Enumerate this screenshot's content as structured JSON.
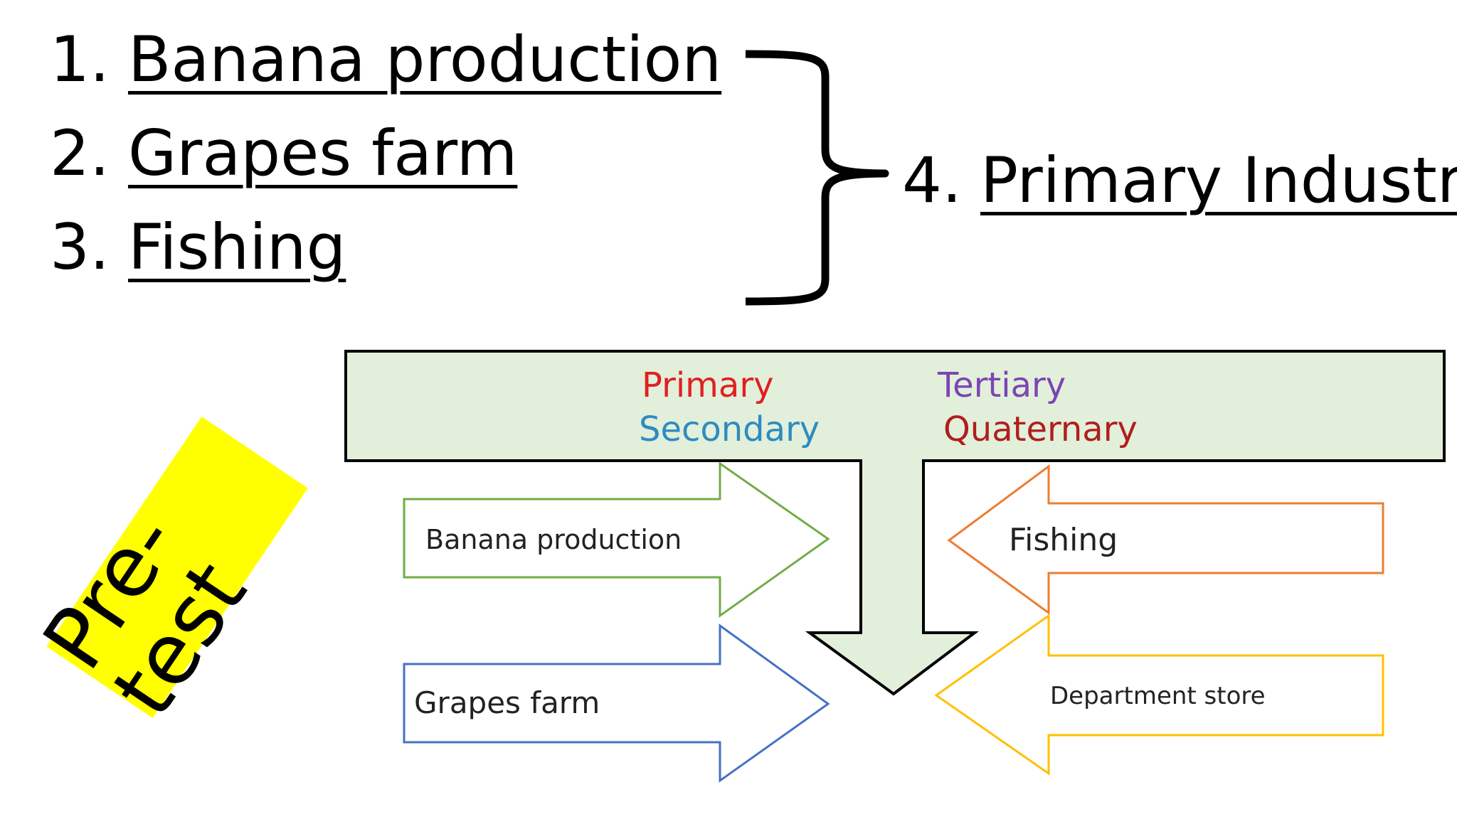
{
  "answers": [
    {
      "number": "1.",
      "text": "Banana production"
    },
    {
      "number": "2.",
      "text": "Grapes farm"
    },
    {
      "number": "3.",
      "text": "Fishing"
    },
    {
      "number": "4.",
      "text": "Primary Industry"
    }
  ],
  "diagram": {
    "categories": {
      "primary": "Primary",
      "secondary": "Secondary",
      "tertiary": "Tertiary",
      "quaternary": "Quaternary"
    },
    "arrows": {
      "banana": "Banana production",
      "grapes": "Grapes farm",
      "fishing": "Fishing",
      "department": "Department store"
    }
  },
  "sticker": "Pre-test",
  "colors": {
    "primary": "#e02020",
    "secondary": "#2e8bc0",
    "tertiary": "#7b45b5",
    "quaternary": "#b01e1e",
    "banner_fill": "#e2efda",
    "banana_arrow": "#70ad47",
    "grapes_arrow": "#4472c4",
    "fishing_arrow": "#ed7d31",
    "department_arrow": "#ffc000",
    "sticker": "#ffff00"
  }
}
